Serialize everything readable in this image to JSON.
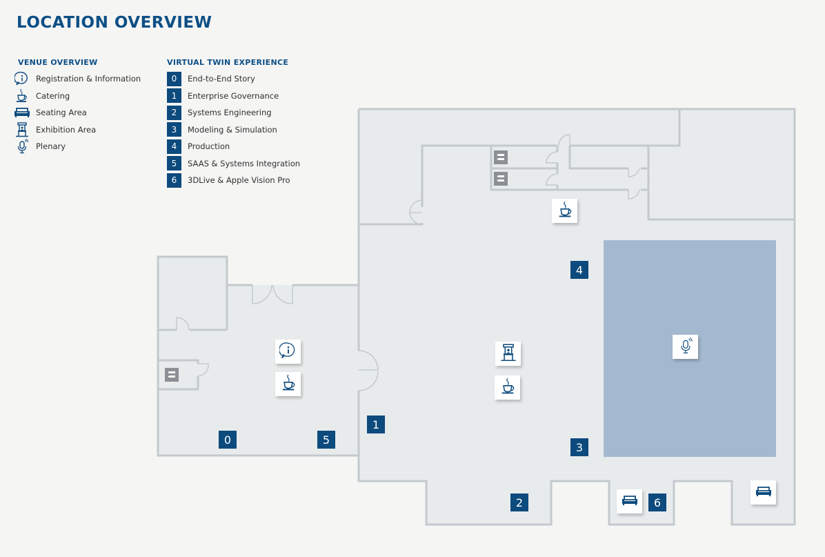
{
  "page": {
    "title": "LOCATION OVERVIEW"
  },
  "colors": {
    "brand_blue": "#0d4a7d",
    "title_blue": "#0d4f86",
    "floor_fill": "#e8ebec",
    "wall": "#c3c9cd",
    "plenary_hall": "#a4b9cf",
    "restroom_gray": "#8c8f93",
    "background": "#f5f5f4"
  },
  "legend": {
    "venue_overview": {
      "heading": "VENUE OVERVIEW",
      "items": [
        {
          "icon": "info-bubble-icon",
          "label": "Registration & Information"
        },
        {
          "icon": "coffee-cup-icon",
          "label": "Catering"
        },
        {
          "icon": "sofa-icon",
          "label": "Seating Area"
        },
        {
          "icon": "exhibition-booth-icon",
          "label": "Exhibition Area"
        },
        {
          "icon": "microphone-icon",
          "label": "Plenary"
        }
      ]
    },
    "virtual_twin": {
      "heading": "VIRTUAL TWIN EXPERIENCE",
      "items": [
        {
          "number": "0",
          "label": "End-to-End Story"
        },
        {
          "number": "1",
          "label": "Enterprise Governance"
        },
        {
          "number": "2",
          "label": "Systems Engineering"
        },
        {
          "number": "3",
          "label": "Modeling & Simulation"
        },
        {
          "number": "4",
          "label": "Production"
        },
        {
          "number": "5",
          "label": "SAAS & Systems Integration"
        },
        {
          "number": "6",
          "label": "3DLive & Apple Vision Pro"
        }
      ]
    }
  },
  "map": {
    "zones": [
      "0",
      "1",
      "2",
      "3",
      "4",
      "5",
      "6"
    ],
    "markers": [
      {
        "type": "info",
        "icon": "info-bubble-icon",
        "meaning": "Registration & Information"
      },
      {
        "type": "catering",
        "icon": "coffee-cup-icon",
        "meaning": "Catering"
      },
      {
        "type": "catering",
        "icon": "coffee-cup-icon",
        "meaning": "Catering"
      },
      {
        "type": "catering",
        "icon": "coffee-cup-icon",
        "meaning": "Catering"
      },
      {
        "type": "exhibition",
        "icon": "exhibition-booth-icon",
        "meaning": "Exhibition Area"
      },
      {
        "type": "plenary",
        "icon": "microphone-icon",
        "meaning": "Plenary"
      },
      {
        "type": "seating",
        "icon": "sofa-icon",
        "meaning": "Seating Area"
      },
      {
        "type": "seating",
        "icon": "sofa-icon",
        "meaning": "Seating Area"
      }
    ],
    "restrooms": 3
  }
}
